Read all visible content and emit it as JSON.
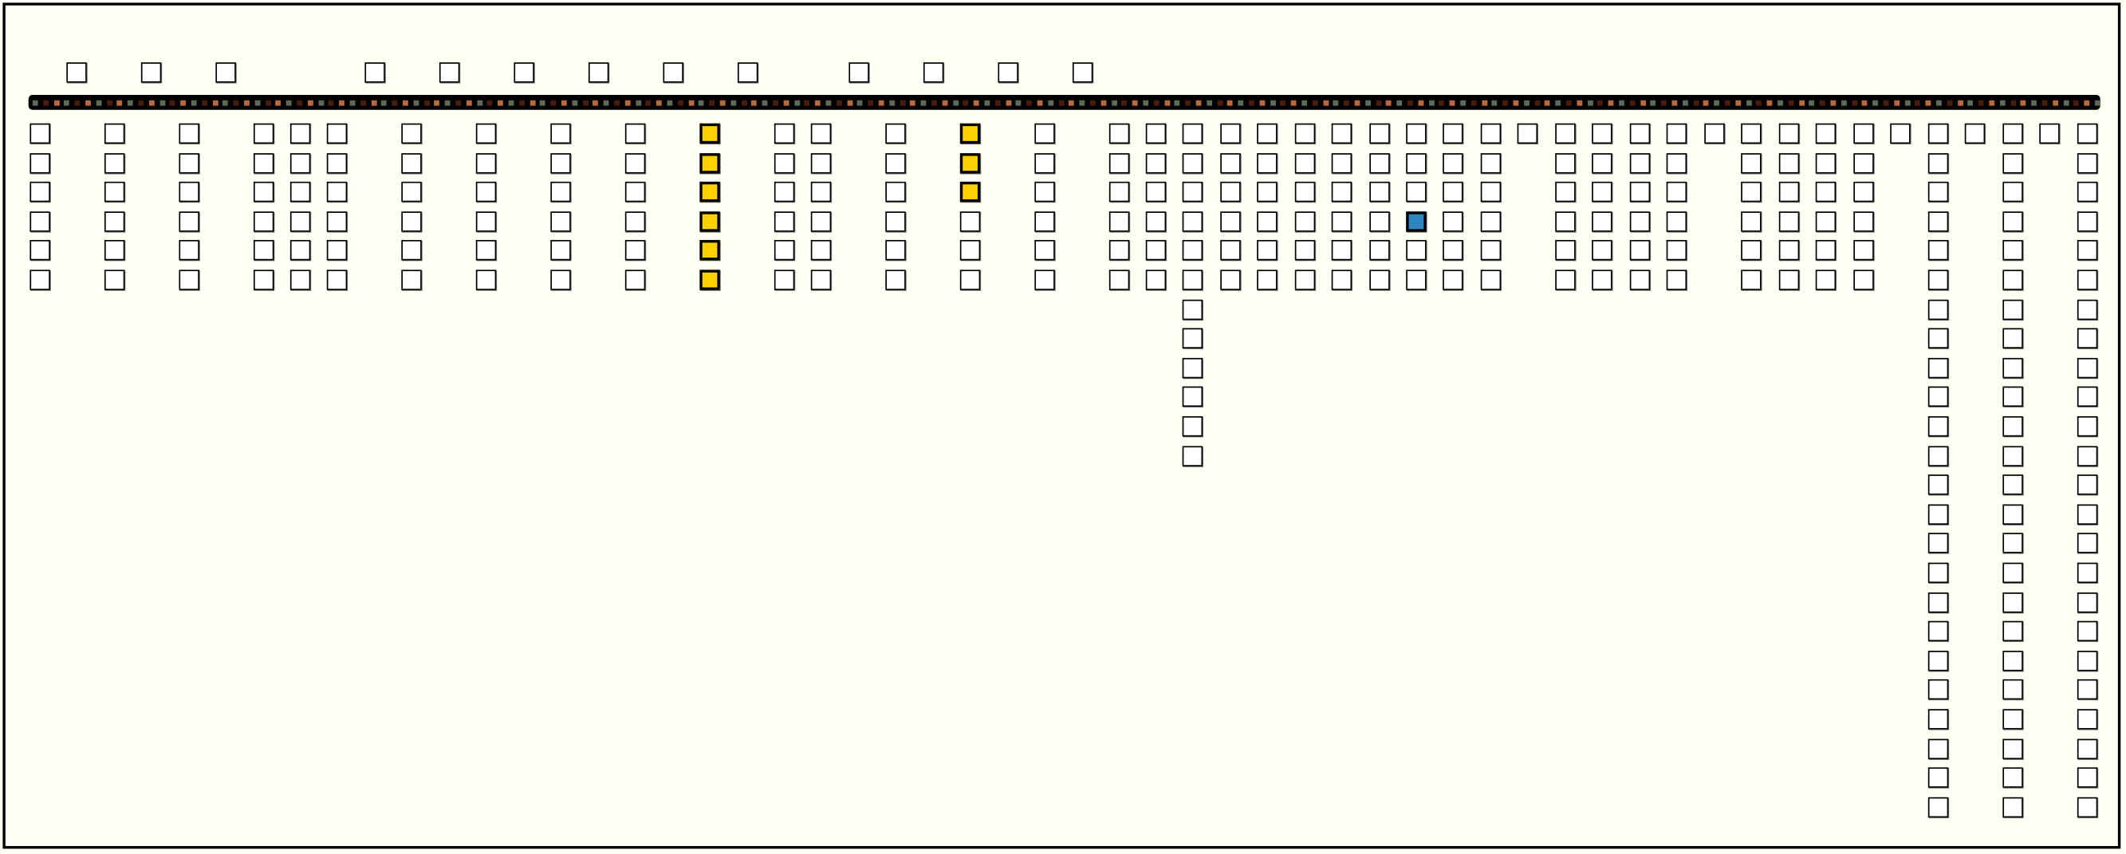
{
  "colors": {
    "background": "#fffff5",
    "empty": "#ffffff",
    "yellow": "#ffd000",
    "blue": "#2e86c1",
    "bar": "#000000",
    "bar_dots": [
      "#5b6b58",
      "#4a1c10",
      "#b8693f"
    ]
  },
  "top_row": {
    "count": 13
  },
  "columns": [
    {
      "rows": 6
    },
    {
      "rows": 6
    },
    {
      "rows": 6
    },
    {
      "rows": 6
    },
    {
      "rows": 6
    },
    {
      "rows": 6
    },
    {
      "rows": 6
    },
    {
      "rows": 6
    },
    {
      "rows": 6
    },
    {
      "rows": 6
    },
    {
      "rows": 6,
      "highlight": {
        "yellow": [
          0,
          1,
          2,
          3,
          4,
          5
        ]
      }
    },
    {
      "rows": 6
    },
    {
      "rows": 6
    },
    {
      "rows": 6
    },
    {
      "rows": 6,
      "highlight": {
        "yellow": [
          0,
          1,
          2
        ]
      }
    },
    {
      "rows": 6
    },
    {
      "rows": 6
    },
    {
      "rows": 6
    },
    {
      "rows": 12
    },
    {
      "rows": 6
    },
    {
      "rows": 6
    },
    {
      "rows": 6
    },
    {
      "rows": 6
    },
    {
      "rows": 6
    },
    {
      "rows": 6,
      "highlight": {
        "blue": [
          3
        ]
      }
    },
    {
      "rows": 6
    },
    {
      "rows": 6
    },
    {
      "rows": 1
    },
    {
      "rows": 6
    },
    {
      "rows": 6
    },
    {
      "rows": 6
    },
    {
      "rows": 6
    },
    {
      "rows": 1
    },
    {
      "rows": 6
    },
    {
      "rows": 6
    },
    {
      "rows": 6
    },
    {
      "rows": 6
    },
    {
      "rows": 1
    },
    {
      "rows": 24
    },
    {
      "rows": 1
    },
    {
      "rows": 24
    },
    {
      "rows": 1
    },
    {
      "rows": 24
    }
  ]
}
